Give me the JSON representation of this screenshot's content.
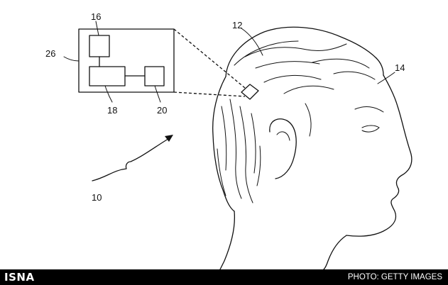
{
  "figure": {
    "labels": {
      "head": "14",
      "device": "12",
      "system": "26",
      "module_top": "16",
      "module_left": "18",
      "module_right": "20",
      "overall": "10"
    }
  },
  "footer": {
    "brand": "ISNA",
    "credit": "PHOTO: GETTY IMAGES"
  }
}
